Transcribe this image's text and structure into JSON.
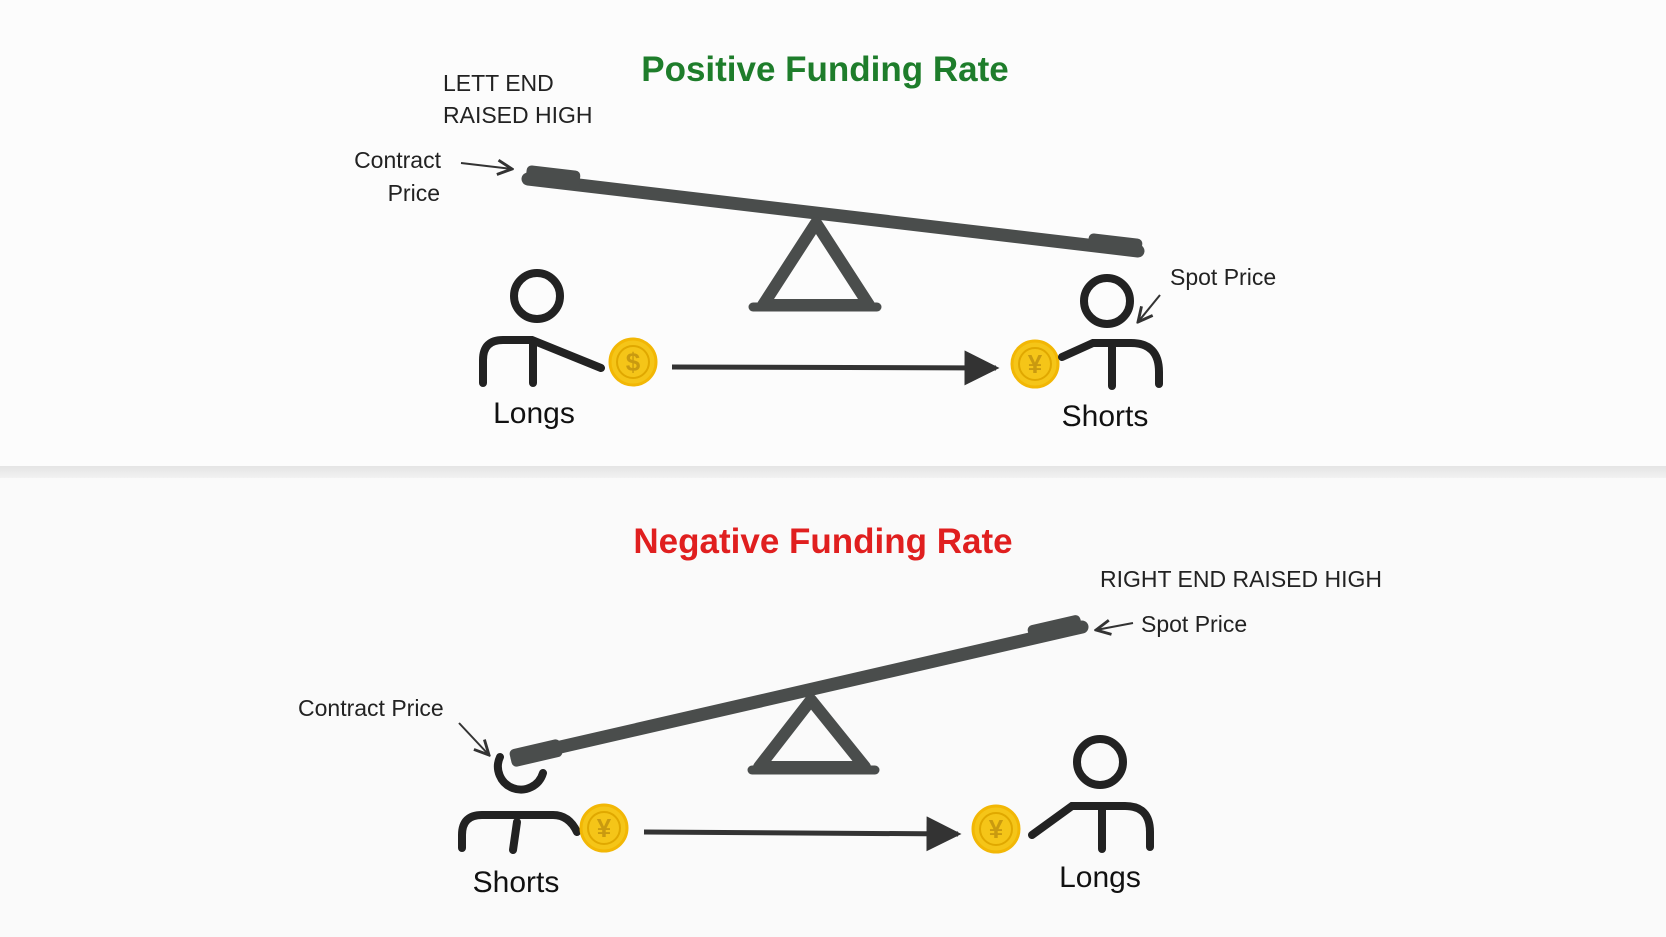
{
  "colors": {
    "positive": "#1e7d2b",
    "negative": "#e01f1f",
    "beam": "#4a4d4c",
    "figure": "#222222",
    "coin_fill": "#f5c518",
    "coin_ring": "#f2b705",
    "arrow": "#333333"
  },
  "top": {
    "title": "Positive Funding Rate",
    "note_line1": "LETT END",
    "note_line2": "RAISED HIGH",
    "contract_line1": "Contract",
    "contract_line2": "Price",
    "spot_label": "Spot Price",
    "left_person": "Longs",
    "right_person": "Shorts",
    "left_coin_symbol": "$",
    "right_coin_symbol": "¥"
  },
  "bottom": {
    "title": "Negative Funding Rate",
    "note": "RIGHT END RAISED HIGH",
    "spot_label": "Spot Price",
    "contract_label": "Contract Price",
    "left_person": "Shorts",
    "right_person": "Longs",
    "left_coin_symbol": "¥",
    "right_coin_symbol": "¥"
  }
}
